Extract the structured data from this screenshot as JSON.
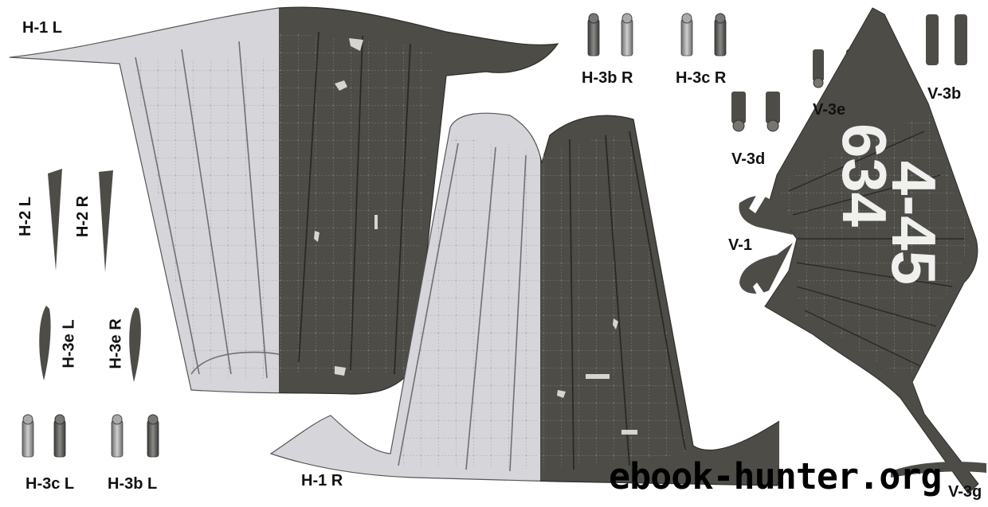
{
  "labels": {
    "h1l": "H-1 L",
    "h1r": "H-1 R",
    "h2l": "H-2 L",
    "h2r": "H-2 R",
    "h3el": "H-3e L",
    "h3er": "H-3e R",
    "h3cl": "H-3c L",
    "h3bl": "H-3b L",
    "h3br": "H-3b R",
    "h3cr": "H-3c R",
    "v3b": "V-3b",
    "v3e": "V-3e",
    "v3d": "V-3d",
    "v1": "V-1",
    "v3g": "V-3g"
  },
  "serial": {
    "line1": "4-45",
    "line2": "634"
  },
  "watermark": "ebook-hunter.org",
  "colors": {
    "light_panel": "#d8d8dc",
    "dark_panel": "#4e4c47",
    "background": "#ffffff",
    "text": "#111111"
  }
}
